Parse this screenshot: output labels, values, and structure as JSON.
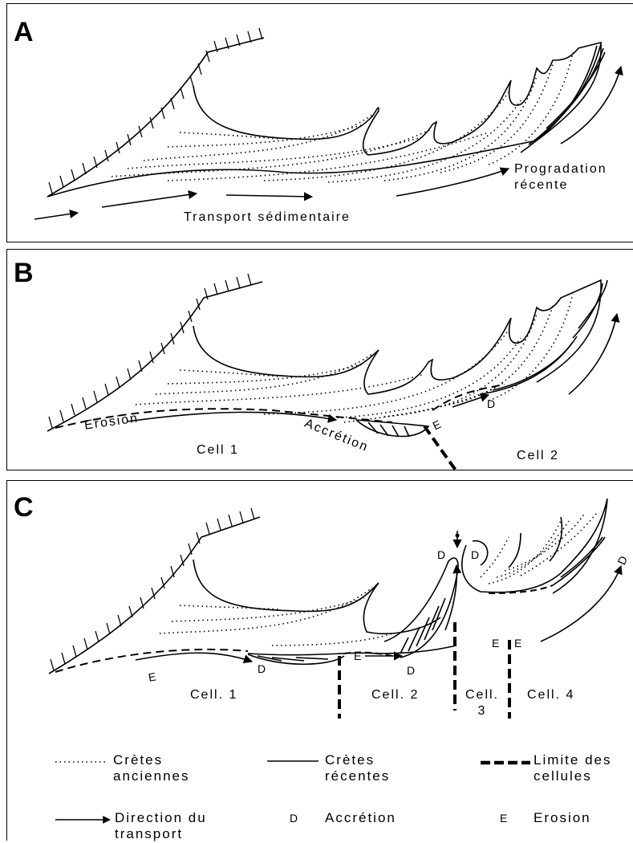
{
  "panels": {
    "a": {
      "label": "A",
      "progradation": "Progradation",
      "recente": "récente",
      "transport": "Transport sédimentaire"
    },
    "b": {
      "label": "B",
      "erosion": "Erosion",
      "accretion": "Accrétion",
      "e": "E",
      "d": "D",
      "cell1": "Cell 1",
      "cell2": "Cell 2"
    },
    "c": {
      "label": "C",
      "e1": "E",
      "d1": "D",
      "e2": "E",
      "d2": "D",
      "d3": "D",
      "d4": "D",
      "e3": "E",
      "e4": "E",
      "d5": "D",
      "cell1": "Cell. 1",
      "cell2": "Cell. 2",
      "cell3": "Cell.\n3",
      "cell4": "Cell. 4"
    }
  },
  "legend": {
    "cretes_anciennes": "Crètes\nanciennes",
    "cretes_recentes": "Crètes\nrécentes",
    "limite": "Limite des\ncellules",
    "direction": "Direction du\ntransport",
    "d_key": "D",
    "d_value": "Accrétion",
    "e_key": "E",
    "e_value": "Erosion"
  }
}
